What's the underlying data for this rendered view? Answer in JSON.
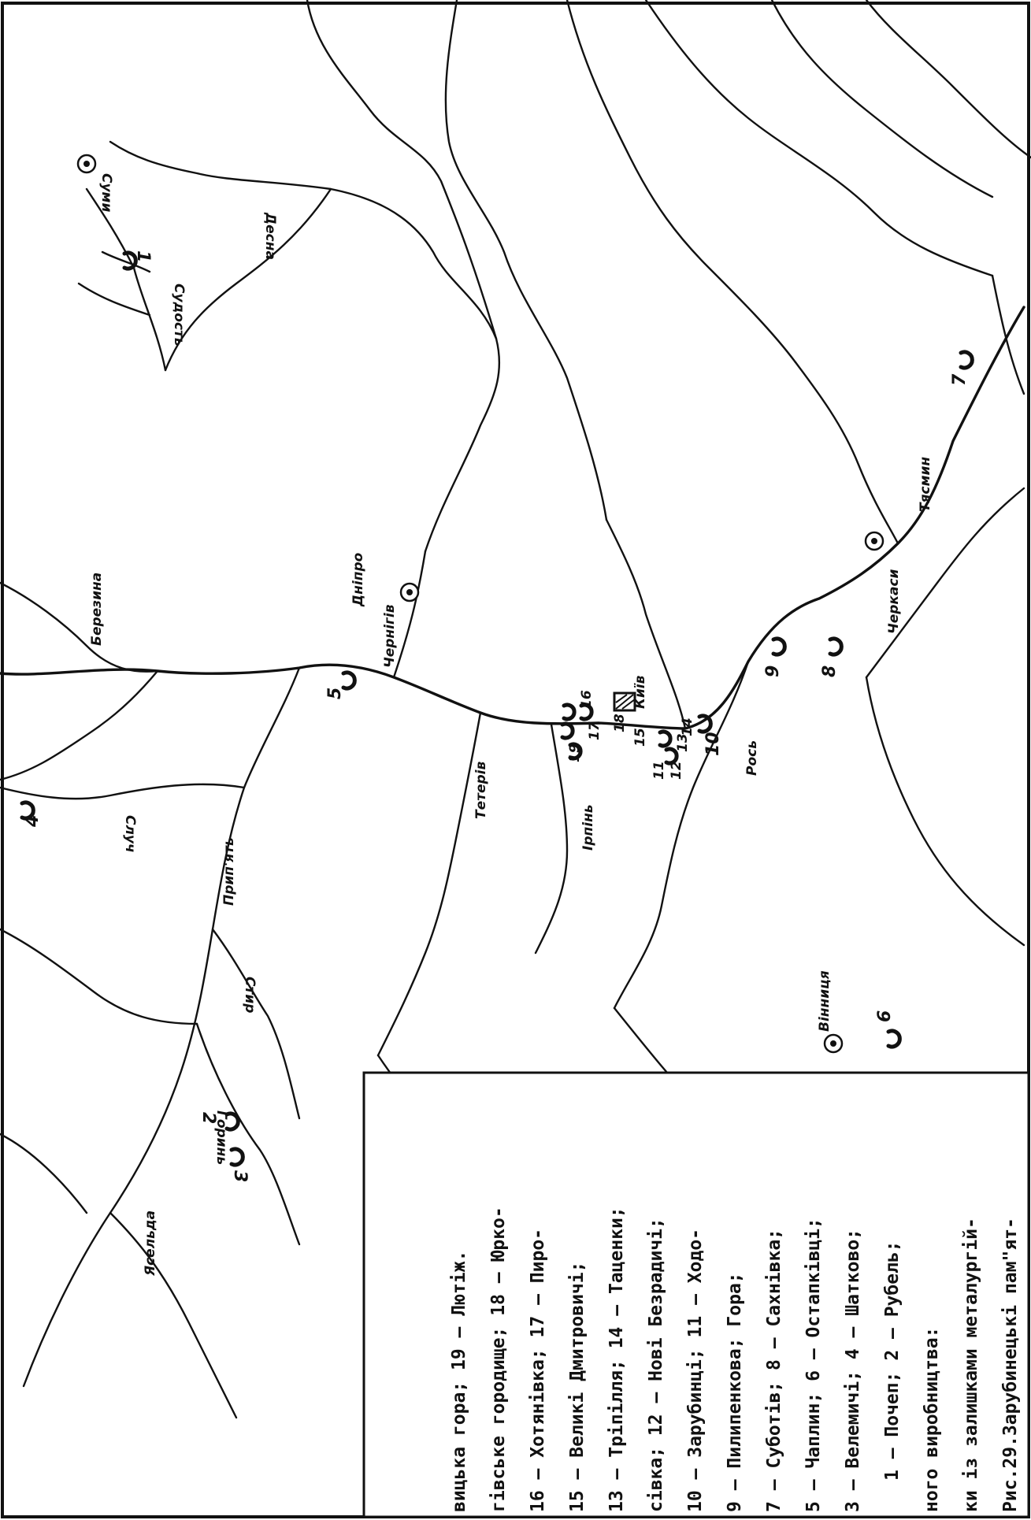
{
  "rivers": {
    "dnipro": "Дніпро",
    "desna": "Десна",
    "sudost": "Судость",
    "berezyna": "Березина",
    "sluch": "Случ",
    "prypiat": "Прип'ять",
    "styr": "Стир",
    "horyn": "Горинь",
    "teteriv": "Тетерів",
    "irpin": "Ірпінь",
    "ros": "Рось",
    "tiasmyn": "Тясмин",
    "left": "Ясельда"
  },
  "cities": {
    "sumy": "Суми",
    "chernihiv": "Чернігів",
    "kyiv": "Київ",
    "cherkasy": "Черкаси",
    "vinnytsia": "Вінниця"
  },
  "sites": [
    {
      "num": "1"
    },
    {
      "num": "2"
    },
    {
      "num": "3"
    },
    {
      "num": "4"
    },
    {
      "num": "5"
    },
    {
      "num": "6"
    },
    {
      "num": "7"
    },
    {
      "num": "8"
    },
    {
      "num": "9"
    },
    {
      "num": "10"
    },
    {
      "num": "11"
    },
    {
      "num": "12"
    },
    {
      "num": "13"
    },
    {
      "num": "14"
    },
    {
      "num": "15"
    },
    {
      "num": "16"
    },
    {
      "num": "17"
    },
    {
      "num": "18"
    },
    {
      "num": "19"
    }
  ],
  "legend": {
    "lines": [
      "Рис.29.Зарубинецькі пам\"ят-",
      "ки із залишками металургій-",
      "ного виробництва:",
      "1 – Почеп; 2 – Рубель;",
      "3 – Велемичі; 4 – Шатково;",
      "5 – Чаплин; 6 – Остапківці;",
      "7 – Суботів; 8 – Сахнівка;",
      "9 – Пилипенкова; Гора;",
      "10 – Зарубинці; 11 – Ходо-",
      "сівка; 12 – Нові Безрадичі;",
      "13 – Тріпілля; 14 – Таценки;",
      "15 – Великі Дмитровичі;",
      "16 – Хотянівка; 17 – Пиро-",
      "гівське городище; 18 – Юрко-",
      "вицька гора; 19 – Лютіж."
    ]
  }
}
